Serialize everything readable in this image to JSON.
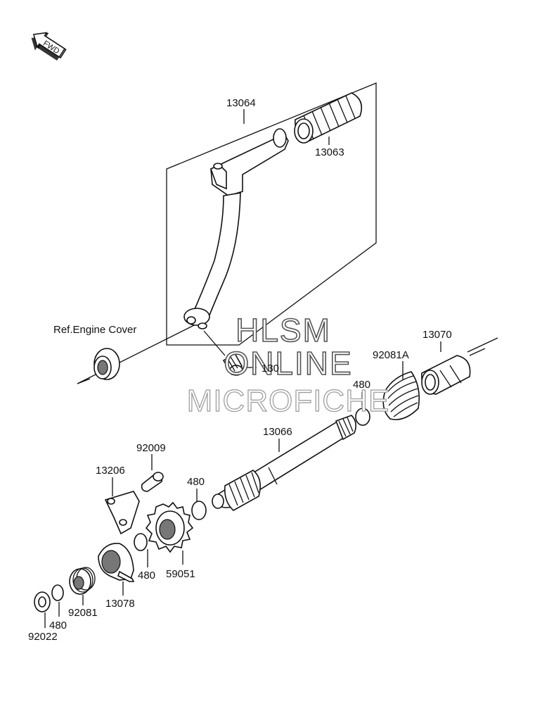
{
  "fwd_label": "FWD",
  "labels": {
    "p13064": "13064",
    "p13063": "13063",
    "ref_engine_cover": "Ref.Engine Cover",
    "p130": "130",
    "p13070": "13070",
    "p92081a": "92081A",
    "p480_top": "480",
    "p13066": "13066",
    "p92009": "92009",
    "p13206": "13206",
    "p480_mid": "480",
    "p480_gear": "480",
    "p59051": "59051",
    "p13078": "13078",
    "p92081": "92081",
    "p480_bottom": "480",
    "p92022": "92022"
  },
  "watermark": {
    "line1": "HLSM",
    "line2": "ONLINE",
    "line3": "MICROFICHE"
  }
}
